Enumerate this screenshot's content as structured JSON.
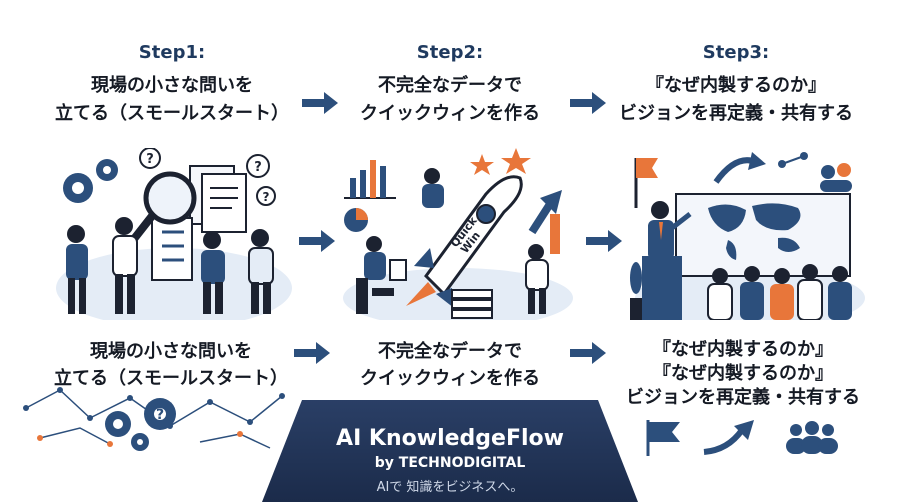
{
  "steps": [
    {
      "label": "Step1:",
      "title_line1": "現場の小さな問いを",
      "title_line2": "立てる（スモールスタート）"
    },
    {
      "label": "Step2:",
      "title_line1": "不完全なデータで",
      "title_line2": "クイックウィンを作る"
    },
    {
      "label": "Step3:",
      "title_line1": "『なぜ内製するのか』",
      "title_line2": "ビジョンを再定義・共有する"
    }
  ],
  "rocket_text_line1": "Quick",
  "rocket_text_line2": "Win",
  "bottom": [
    {
      "line1": "現場の小さな問いを",
      "line2": "立てる（スモールスタート）"
    },
    {
      "line1": "不完全なデータで",
      "line2": "クイックウィンを作る"
    },
    {
      "line1": "『なぜ内製するのか』",
      "line2": "『なぜ内製するのか』",
      "line3": "ビジョンを再定義・共有する"
    }
  ],
  "brand": {
    "name": "AI KnowledgeFlow",
    "by": "by TECHNODIGITAL",
    "tagline": "AIで 知識をビジネスへ。"
  },
  "colors": {
    "navy": "#1f3a5f",
    "blue": "#2c4f7c",
    "orange": "#e8763a",
    "light_blue": "#dbe7f5"
  },
  "icons": [
    "gear-icon",
    "question-icon",
    "magnifier-icon",
    "document-icon",
    "rocket-icon",
    "bar-chart-icon",
    "star-icon",
    "flag-icon",
    "world-map-icon",
    "people-icon",
    "trend-arrow-icon"
  ]
}
